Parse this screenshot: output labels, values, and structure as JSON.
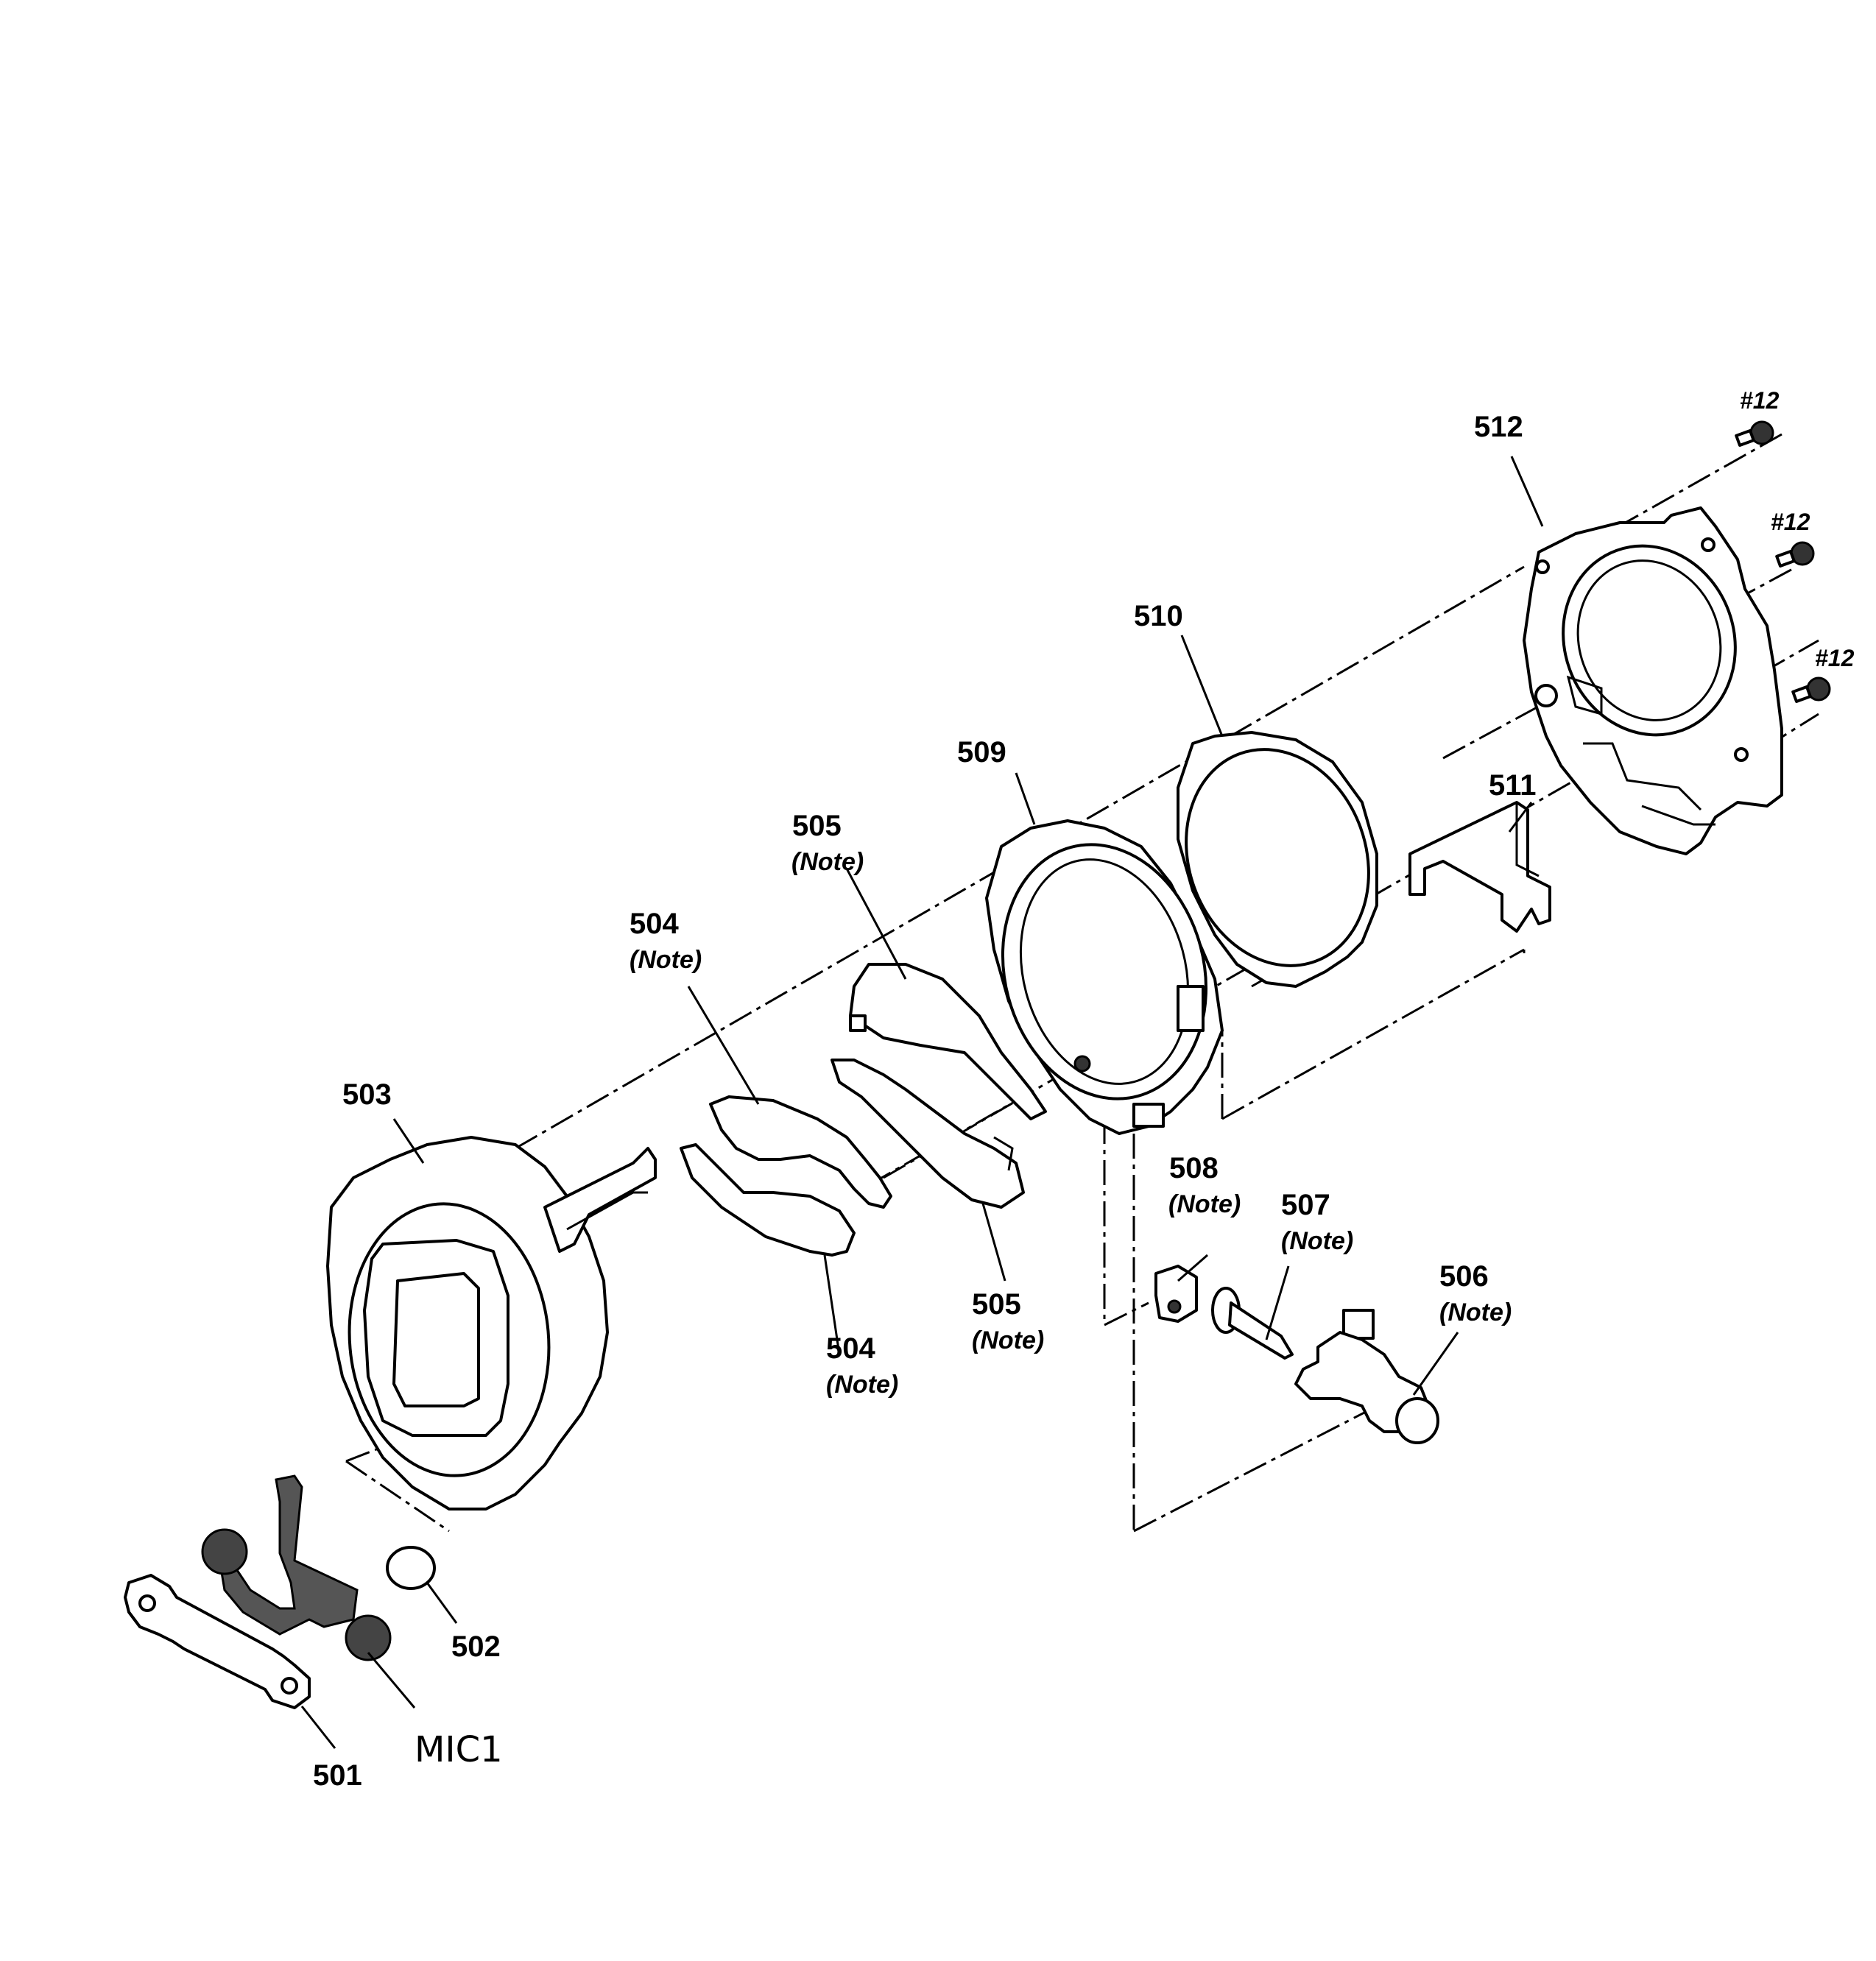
{
  "parts": {
    "p501": "501",
    "p502": "502",
    "p503": "503",
    "p504a": "504",
    "p504b": "504",
    "p505a": "505",
    "p505b": "505",
    "p506": "506",
    "p507": "507",
    "p508": "508",
    "p509": "509",
    "p510": "510",
    "p511": "511",
    "p512": "512"
  },
  "note_text": "(Note)",
  "mic_label": "MIC1",
  "screw_label": "#12"
}
